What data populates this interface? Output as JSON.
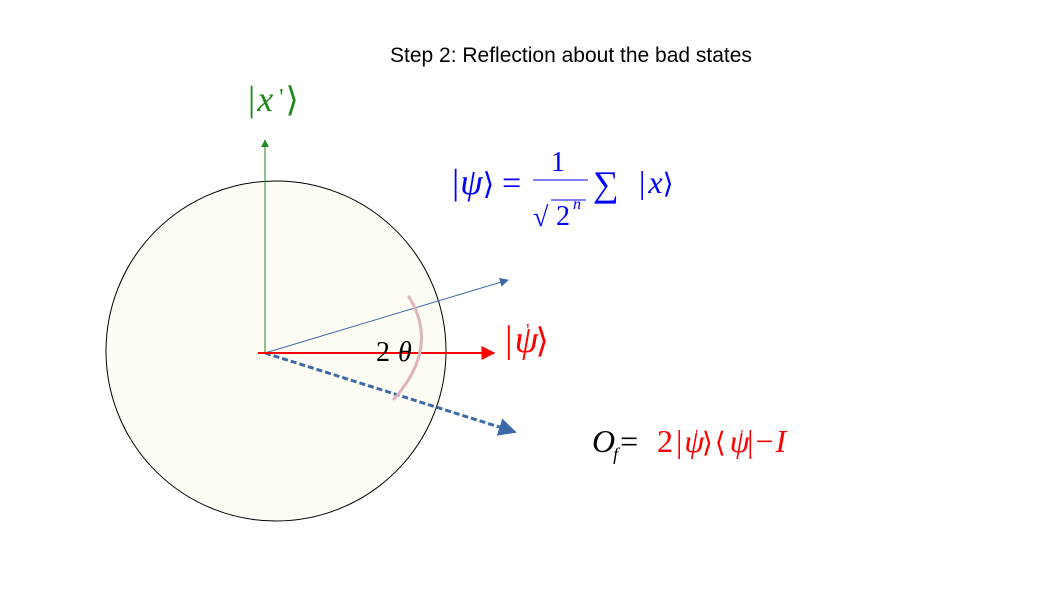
{
  "title": "Step 2: Reflection about the bad states",
  "labels": {
    "x_prime": {
      "bar_left": "|",
      "symbol": "x",
      "prime": "'",
      "bracket_right": "⟩"
    },
    "psi_def": {
      "bar_left": "|",
      "symbol": "ψ",
      "bracket_right": "⟩",
      "equals": "=",
      "numerator": "1",
      "radical": "√",
      "radicand": "2",
      "exponent": "n",
      "sum": "∑",
      "ket_bar": "|",
      "ket_symbol": "x",
      "ket_right": "⟩"
    },
    "psi_prime": {
      "bar_left": "|",
      "symbol": "ψ",
      "prime": "'",
      "bracket_right": "⟩"
    },
    "angle": {
      "coef": "2",
      "symbol": "θ"
    },
    "oracle": {
      "op": "O",
      "sub": "f",
      "equals": "=",
      "coef": "2",
      "ket_bar": "|",
      "ket_symbol": "ψ",
      "ket_prime": "'",
      "ket_right": "⟩",
      "bra_left": "⟨",
      "bra_symbol": "ψ",
      "bra_prime": "'",
      "bra_bar": "|",
      "minus": "−",
      "identity": "I"
    }
  },
  "colors": {
    "circle_fill": "#fdfcf5",
    "circle_stroke": "#000000",
    "green": "#1a8a1a",
    "blue_arrow": "#3a6aa8",
    "red": "#ff0000",
    "formula_blue": "#0000ff",
    "arc": "#e0b4bc"
  }
}
